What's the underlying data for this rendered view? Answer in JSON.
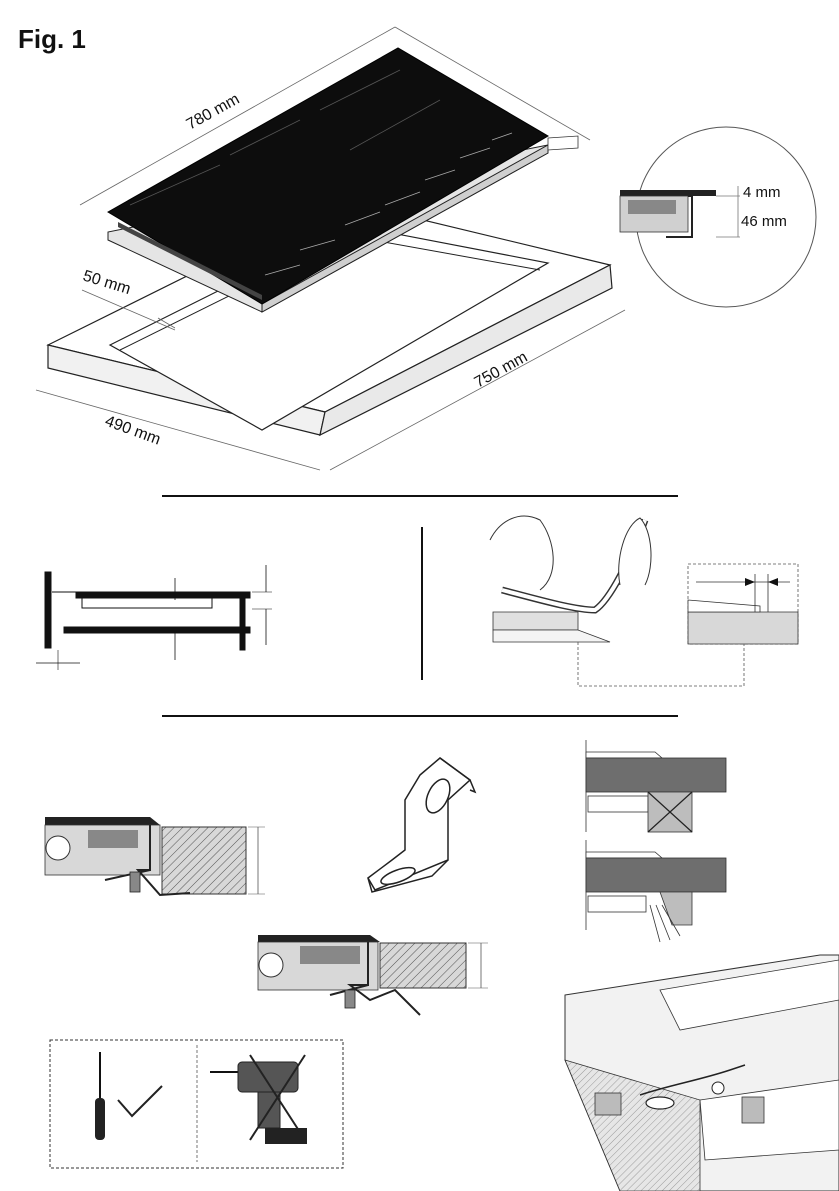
{
  "figure": {
    "title": "Fig. 1"
  },
  "dimensions": {
    "hob_width": "780 mm",
    "hob_depth_min_edge": "50 mm",
    "cutout_width": "750 mm",
    "cutout_depth": "490 mm",
    "glass_thickness": "4 mm",
    "hob_height": "46 mm"
  },
  "icons": {
    "screwdriver": "screwdriver-icon",
    "check": "check-icon",
    "drill": "drill-icon",
    "cross": "cross-icon"
  }
}
